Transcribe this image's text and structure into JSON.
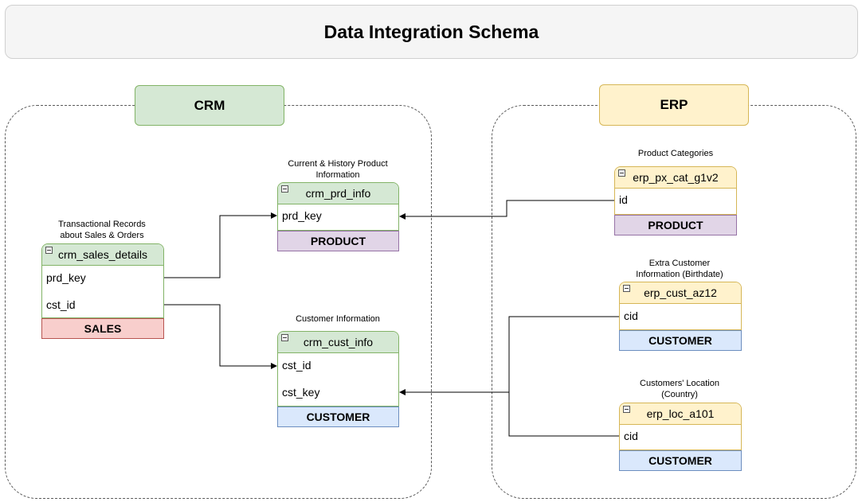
{
  "title": "Data Integration Schema",
  "groups": {
    "crm": {
      "label": "CRM"
    },
    "erp": {
      "label": "ERP"
    }
  },
  "tables": {
    "crm_sales_details": {
      "caption_line1": "Transactional Records",
      "caption_line2": "about Sales & Orders",
      "name": "crm_sales_details",
      "fields": [
        "prd_key",
        "cst_id"
      ],
      "footer": "SALES"
    },
    "crm_prd_info": {
      "caption_line1": "Current & History Product",
      "caption_line2": "Information",
      "name": "crm_prd_info",
      "fields": [
        "prd_key"
      ],
      "footer": "PRODUCT"
    },
    "crm_cust_info": {
      "caption_line1": "Customer Information",
      "name": "crm_cust_info",
      "fields": [
        "cst_id",
        "cst_key"
      ],
      "footer": "CUSTOMER"
    },
    "erp_px_cat_g1v2": {
      "caption_line1": "Product Categories",
      "name": "erp_px_cat_g1v2",
      "fields": [
        "id"
      ],
      "footer": "PRODUCT"
    },
    "erp_cust_az12": {
      "caption_line1": "Extra Customer",
      "caption_line2": "Information (Birthdate)",
      "name": "erp_cust_az12",
      "fields": [
        "cid"
      ],
      "footer": "CUSTOMER"
    },
    "erp_loc_a101": {
      "caption_line1": "Customers' Location",
      "caption_line2": "(Country)",
      "name": "erp_loc_a101",
      "fields": [
        "cid"
      ],
      "footer": "CUSTOMER"
    }
  },
  "colors": {
    "crm_fill": "#d5e8d4",
    "erp_fill": "#fff2cc",
    "product_fill": "#e1d5e7",
    "sales_fill": "#f8cecc",
    "customer_fill": "#dae8fc"
  }
}
